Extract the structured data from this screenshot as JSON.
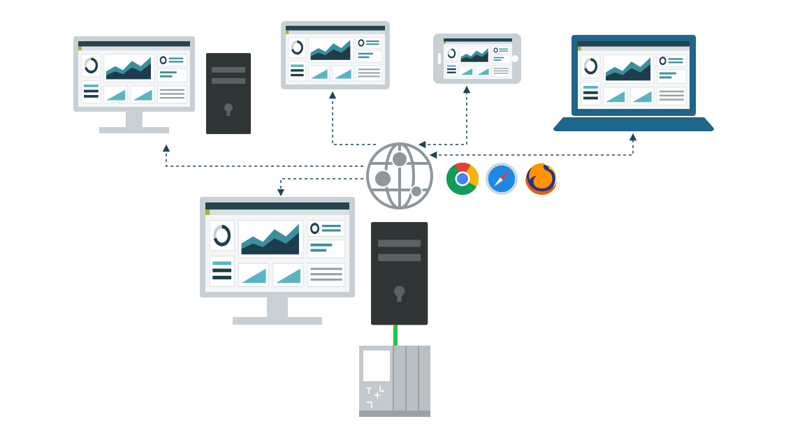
{
  "canvas": {
    "background": "#ffffff"
  },
  "colors": {
    "device_frame": "#c9d0d5",
    "device_frame_dark": "#b5bec4",
    "stand": "#c9d0d5",
    "screen_bg": "#ffffff",
    "header_bar": "#24434f",
    "accent_green": "#a5b42b",
    "chart_dark": "#1e3d4c",
    "chart_teal": "#3a8f9d",
    "chart_light_teal": "#5ab5c2",
    "tower_dark": "#2f3435",
    "tower_slot": "#5c6264",
    "laptop_blue": "#1f6489",
    "arrow": "#1e4556",
    "globe": "#8e979c",
    "connector_green": "#26c34a",
    "plc_gray": "#b9bfc3",
    "plc_dark": "#9aa2a7"
  },
  "network": {
    "hub_icon": "globe-network-icon",
    "arrow_style": "dashed",
    "browsers": [
      {
        "name": "chrome",
        "icon": "chrome-icon"
      },
      {
        "name": "safari",
        "icon": "safari-icon"
      },
      {
        "name": "firefox",
        "icon": "firefox-icon"
      }
    ]
  },
  "devices": [
    {
      "name": "desktop-monitor-top-left",
      "kind": "monitor",
      "icon": "desktop-monitor-icon"
    },
    {
      "name": "desktop-tower-top-left",
      "kind": "tower",
      "icon": "pc-tower-icon"
    },
    {
      "name": "tablet",
      "kind": "tablet",
      "icon": "tablet-icon"
    },
    {
      "name": "smartphone",
      "kind": "phone",
      "icon": "smartphone-icon"
    },
    {
      "name": "laptop",
      "kind": "laptop",
      "icon": "laptop-icon"
    },
    {
      "name": "server-monitor",
      "kind": "monitor",
      "icon": "desktop-monitor-icon"
    },
    {
      "name": "server-tower",
      "kind": "tower",
      "icon": "server-tower-icon"
    },
    {
      "name": "plc-controller",
      "kind": "plc",
      "icon": "plc-controller-icon"
    }
  ],
  "connections": [
    {
      "from": "globe-network-icon",
      "to": "desktop-monitor-top-left"
    },
    {
      "from": "globe-network-icon",
      "to": "tablet"
    },
    {
      "from": "globe-network-icon",
      "to": "smartphone"
    },
    {
      "from": "globe-network-icon",
      "to": "laptop"
    },
    {
      "from": "globe-network-icon",
      "to": "server-monitor"
    },
    {
      "from": "server-tower",
      "to": "plc-controller",
      "style": "solid"
    }
  ]
}
